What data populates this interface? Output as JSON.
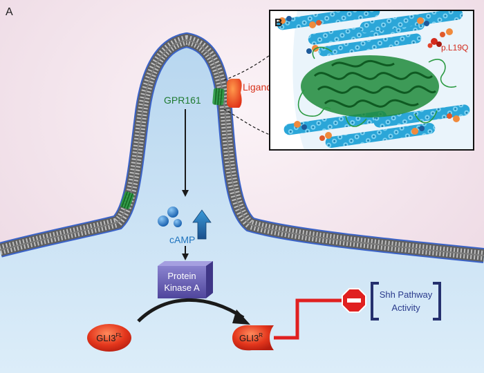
{
  "panels": {
    "a": "A",
    "b": "B"
  },
  "membrane": {
    "receptor": "GPR161",
    "ligand": "Ligand"
  },
  "signaling": {
    "second_messenger": "cAMP"
  },
  "pka": {
    "line1": "Protein",
    "line2": "Kinase A"
  },
  "gli3_full": {
    "base": "GLI3",
    "sup": "FL"
  },
  "gli3_repressor": {
    "base": "GLI3",
    "sup": "R"
  },
  "pathway": {
    "line1": "Shh Pathway",
    "line2": "Activity"
  },
  "structure": {
    "mutation": "p.L19Q"
  },
  "colors": {
    "outside": "#f3e4ec",
    "cytoplasm": "#c9e2f5",
    "membrane": "#6d6d6d",
    "receptor": "#1e8a36",
    "ligand": "#e8401e",
    "camp": "#1e73be",
    "pka": "#6a60b5",
    "gli3": "#e0301a",
    "inhibit": "#e02020",
    "bracket": "#25306e",
    "pathway_text": "#2a3a8c"
  },
  "icons": [
    "up-arrow-icon",
    "stop-sign-icon"
  ]
}
